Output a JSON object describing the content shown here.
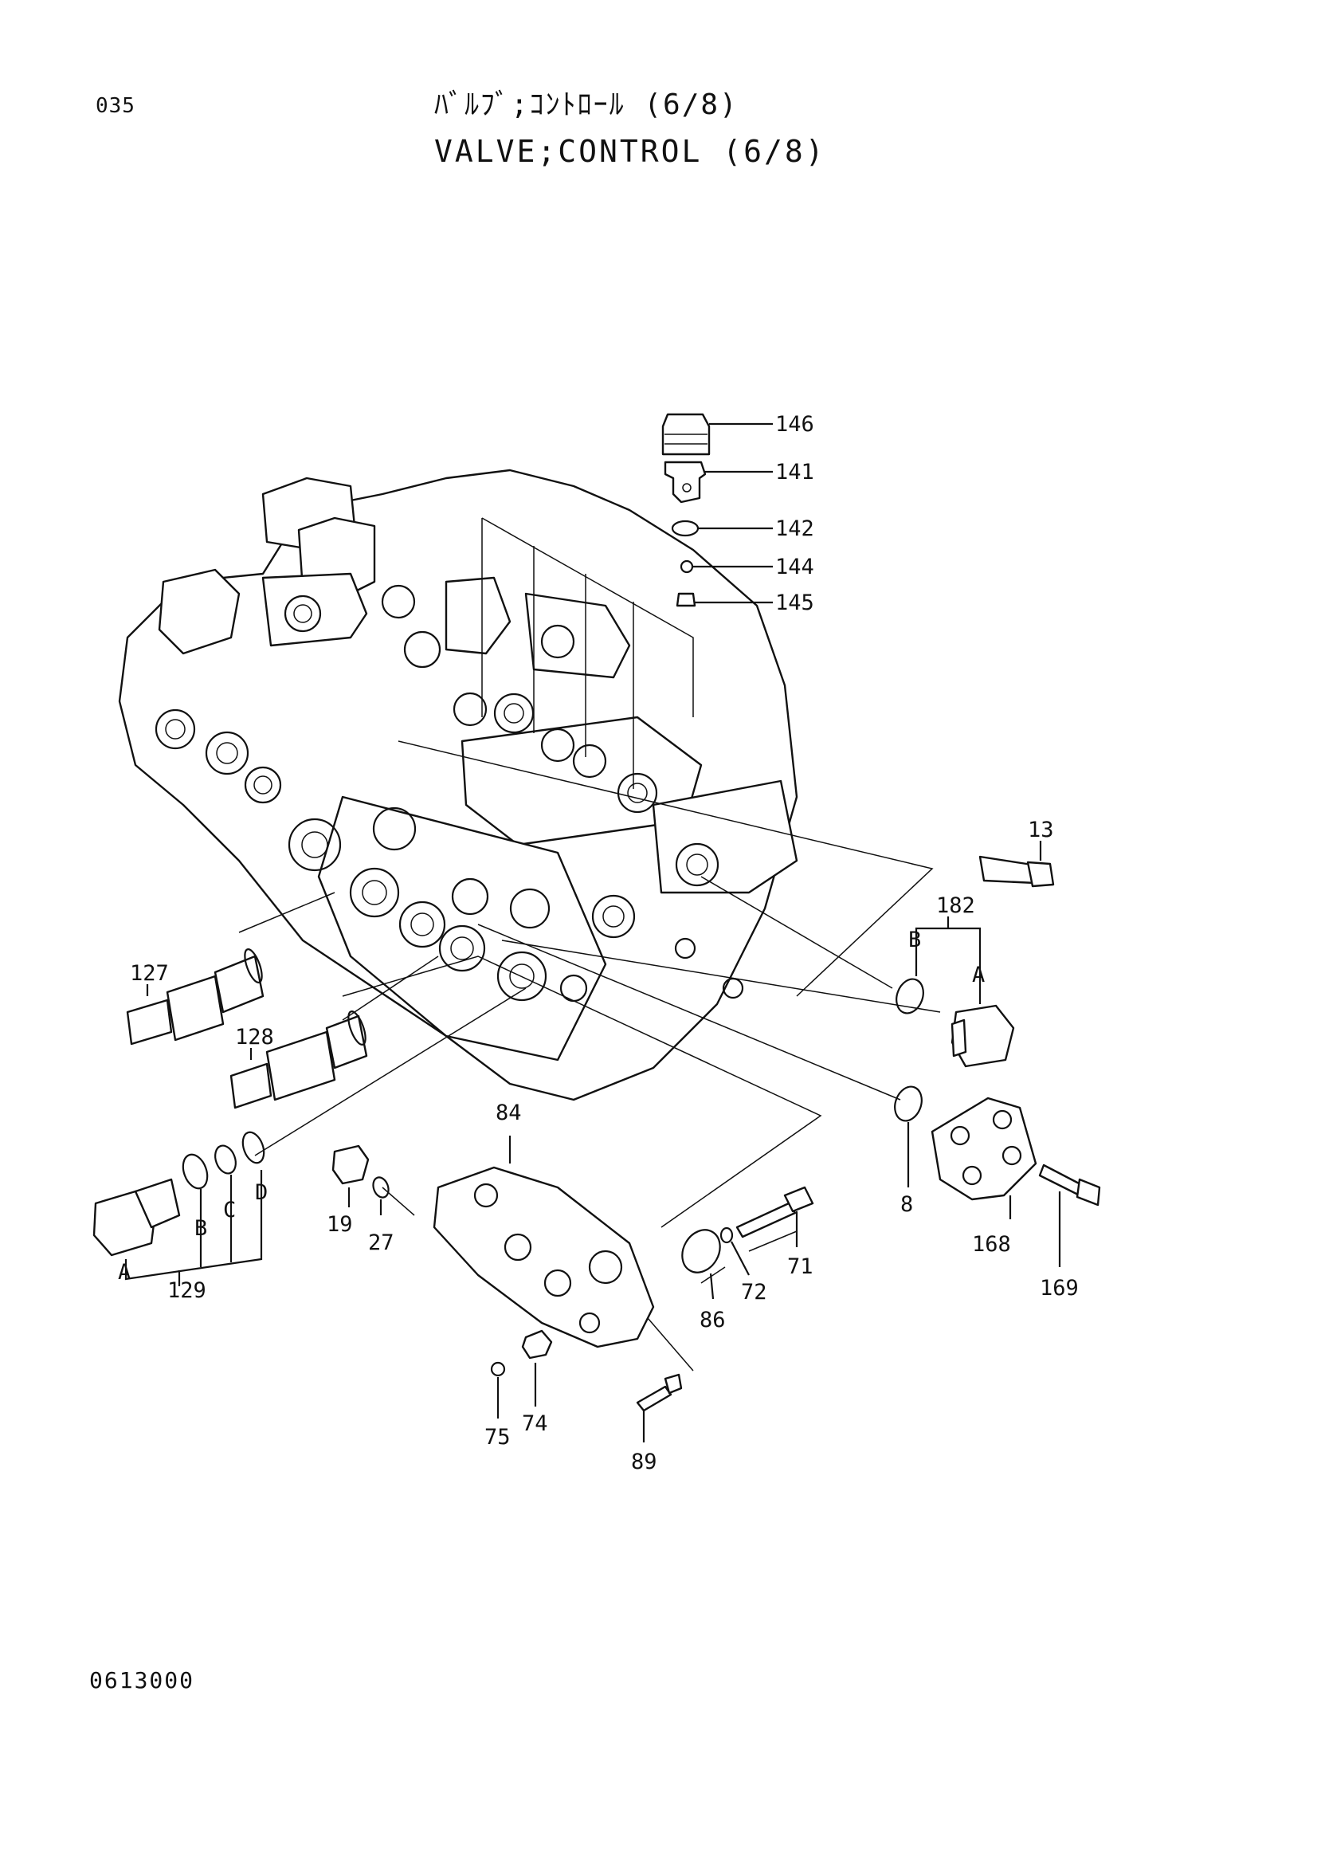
{
  "header": {
    "page_number": "035",
    "title_jp": "ﾊﾞﾙﾌﾞ;ｺﾝﾄﾛｰﾙ (6/8)",
    "title_en": "VALVE;CONTROL (6/8)"
  },
  "footer": {
    "drawing_number": "0613000"
  },
  "callouts": {
    "c146": "146",
    "c141": "141",
    "c142": "142",
    "c144": "144",
    "c145": "145",
    "c13": "13",
    "c182": "182",
    "c182B": "B",
    "c182A": "A",
    "c127": "127",
    "c128": "128",
    "c8": "8",
    "c168": "168",
    "c169": "169",
    "c84": "84",
    "c19": "19",
    "c27": "27",
    "c129": "129",
    "c129A": "A",
    "c129B": "B",
    "c129C": "C",
    "c129D": "D",
    "c86": "86",
    "c72": "72",
    "c71": "71",
    "c74": "74",
    "c75": "75",
    "c89": "89"
  }
}
